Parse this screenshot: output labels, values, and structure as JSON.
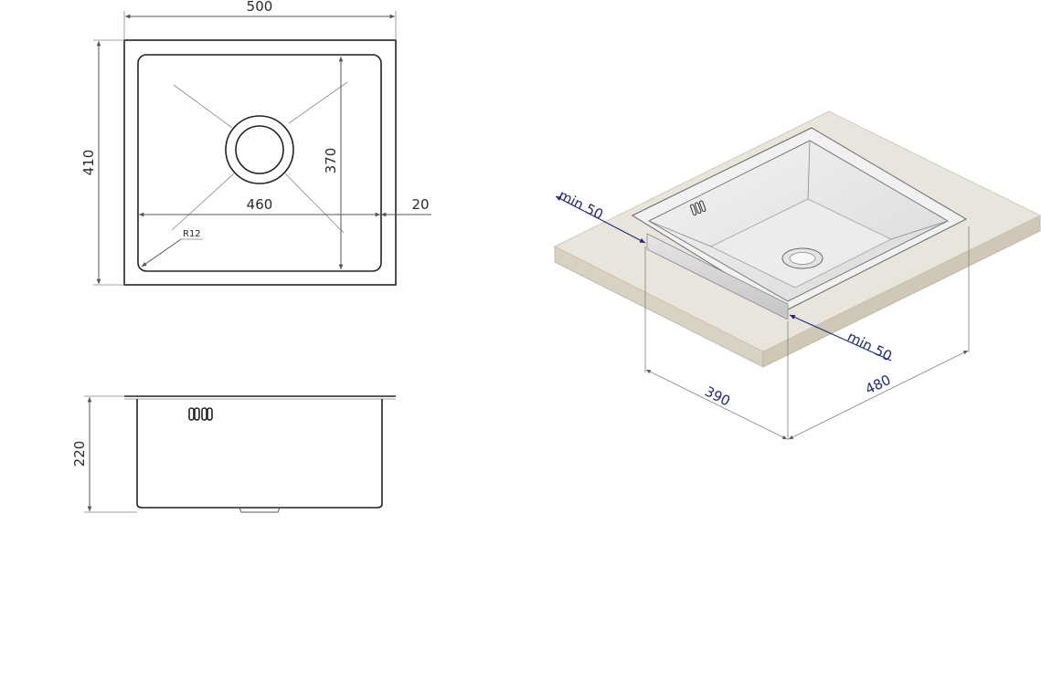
{
  "top_view": {
    "width_label": "500",
    "height_label": "410",
    "inner_height_label": "370",
    "inner_width_label": "460",
    "rim_label": "20",
    "radius_label": "R12"
  },
  "side_view": {
    "depth_label": "220"
  },
  "iso_view": {
    "min_left_label": "min 50",
    "min_right_label": "min 50",
    "cutout_depth_label": "390",
    "cutout_width_label": "480"
  },
  "colors": {
    "countertop_top": "#e9e5dc",
    "countertop_edge": "#d8d2c2",
    "dimension_blue": "#1f2a7a",
    "line": "#555555"
  }
}
